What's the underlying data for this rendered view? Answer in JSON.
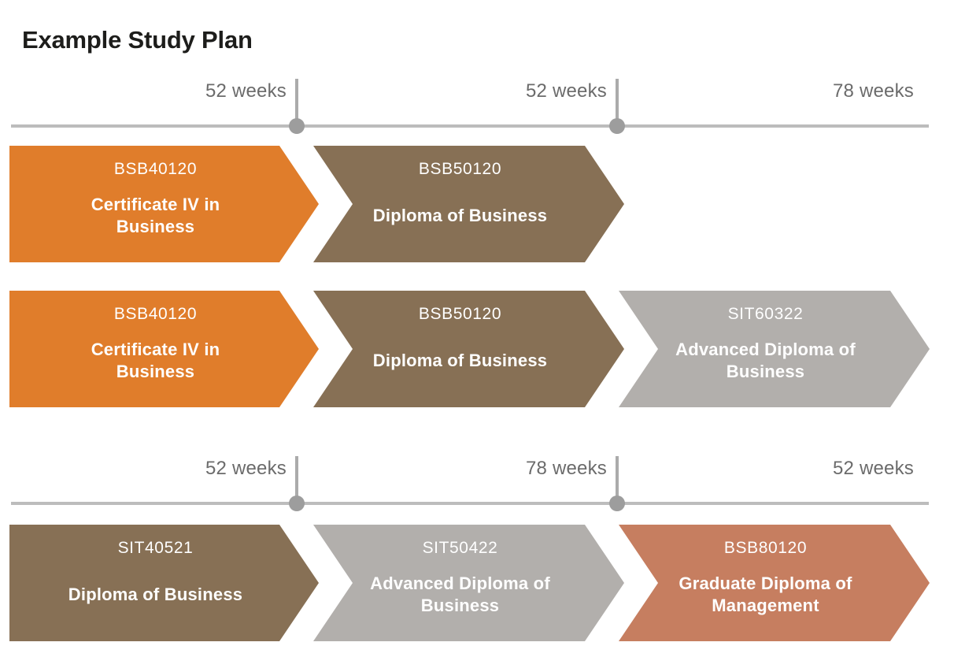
{
  "title": "Example Study Plan",
  "colors": {
    "orange": "#E07D2B",
    "brown": "#877055",
    "gray": "#B2AFAC",
    "terracotta": "#C67E60",
    "axis": "#BCBCBC",
    "tick": "#ABABAB",
    "dot": "#9D9D9D",
    "label": "#6B6B6B",
    "title": "#1D1D1B",
    "course_text": "#FFFFFF"
  },
  "timelines": [
    {
      "segments": [
        {
          "duration": "52 weeks",
          "tick": true
        },
        {
          "duration": "52 weeks",
          "tick": true
        },
        {
          "duration": "78 weeks",
          "tick": false
        }
      ]
    },
    {
      "segments": [
        {
          "duration": "52 weeks",
          "tick": true
        },
        {
          "duration": "78 weeks",
          "tick": true
        },
        {
          "duration": "52 weeks",
          "tick": false
        }
      ]
    }
  ],
  "pathways": [
    {
      "courses": [
        {
          "code": "BSB40120",
          "name": "Certificate IV in Business",
          "color": "orange"
        },
        {
          "code": "BSB50120",
          "name": "Diploma of Business",
          "color": "brown"
        }
      ]
    },
    {
      "courses": [
        {
          "code": "BSB40120",
          "name": "Certificate IV in Business",
          "color": "orange"
        },
        {
          "code": "BSB50120",
          "name": "Diploma of Business",
          "color": "brown"
        },
        {
          "code": "SIT60322",
          "name": "Advanced Diploma of Business",
          "color": "gray"
        }
      ]
    },
    {
      "courses": [
        {
          "code": "SIT40521",
          "name": "Diploma of Business",
          "color": "brown"
        },
        {
          "code": "SIT50422",
          "name": "Advanced Diploma of Business",
          "color": "gray"
        },
        {
          "code": "BSB80120",
          "name": "Graduate Diploma of Management",
          "color": "terracotta"
        }
      ]
    }
  ]
}
